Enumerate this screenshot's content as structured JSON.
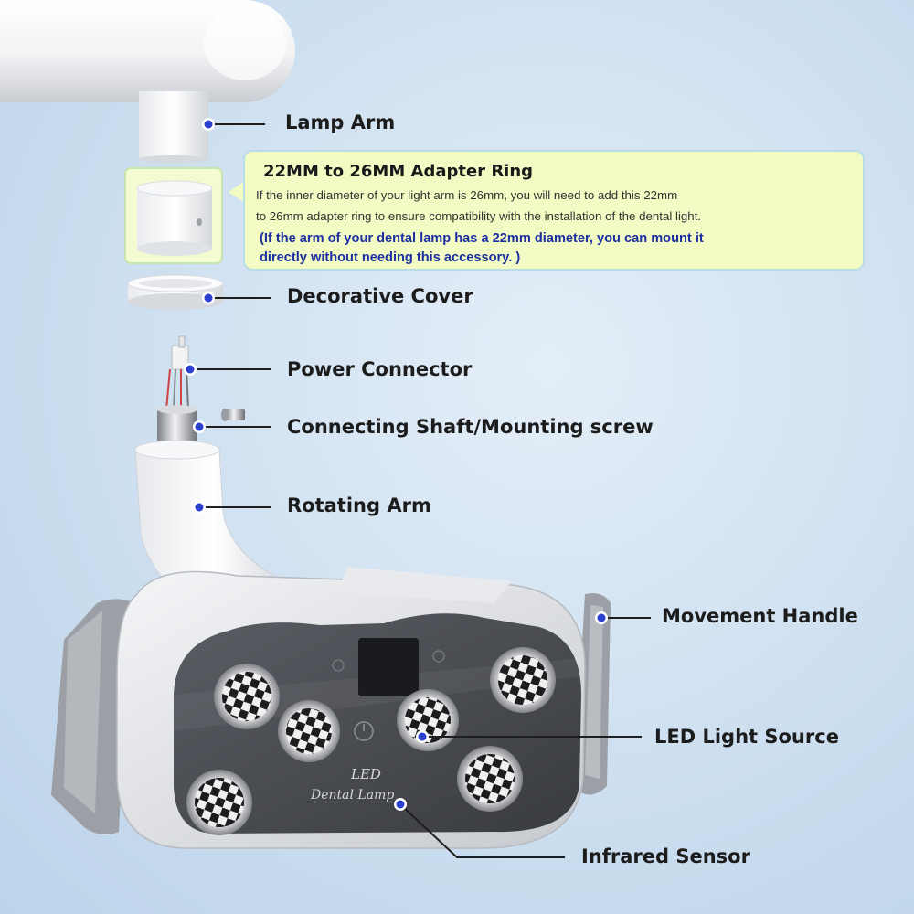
{
  "labels": {
    "lamp_arm": "Lamp Arm",
    "decorative_cover": "Decorative Cover",
    "power_connector": "Power Connector",
    "connecting_shaft": "Connecting Shaft/Mounting screw",
    "rotating_arm": "Rotating Arm",
    "movement_handle": "Movement Handle",
    "led_light_source": "LED Light Source",
    "infrared_sensor": "Infrared Sensor"
  },
  "callout": {
    "title": "22MM to 26MM Adapter Ring",
    "line1": "If the inner diameter of your light arm is 26mm, you will need to add  this 22mm",
    "line2": "to 26mm adapter ring to ensure compatibility with the installation of the dental light.",
    "note1": "(If the arm of your dental lamp has a 22mm diameter, you can mount it",
    "note2": "directly without needing this accessory. )"
  },
  "lamp": {
    "brand_line1": "LED",
    "brand_line2": "Dental Lamp"
  },
  "colors": {
    "callout_bg": "#f2fbc3",
    "note_text": "#1b2fa0",
    "marker_dot": "#2b3fd0",
    "lamp_panel": "#4a4c52"
  }
}
